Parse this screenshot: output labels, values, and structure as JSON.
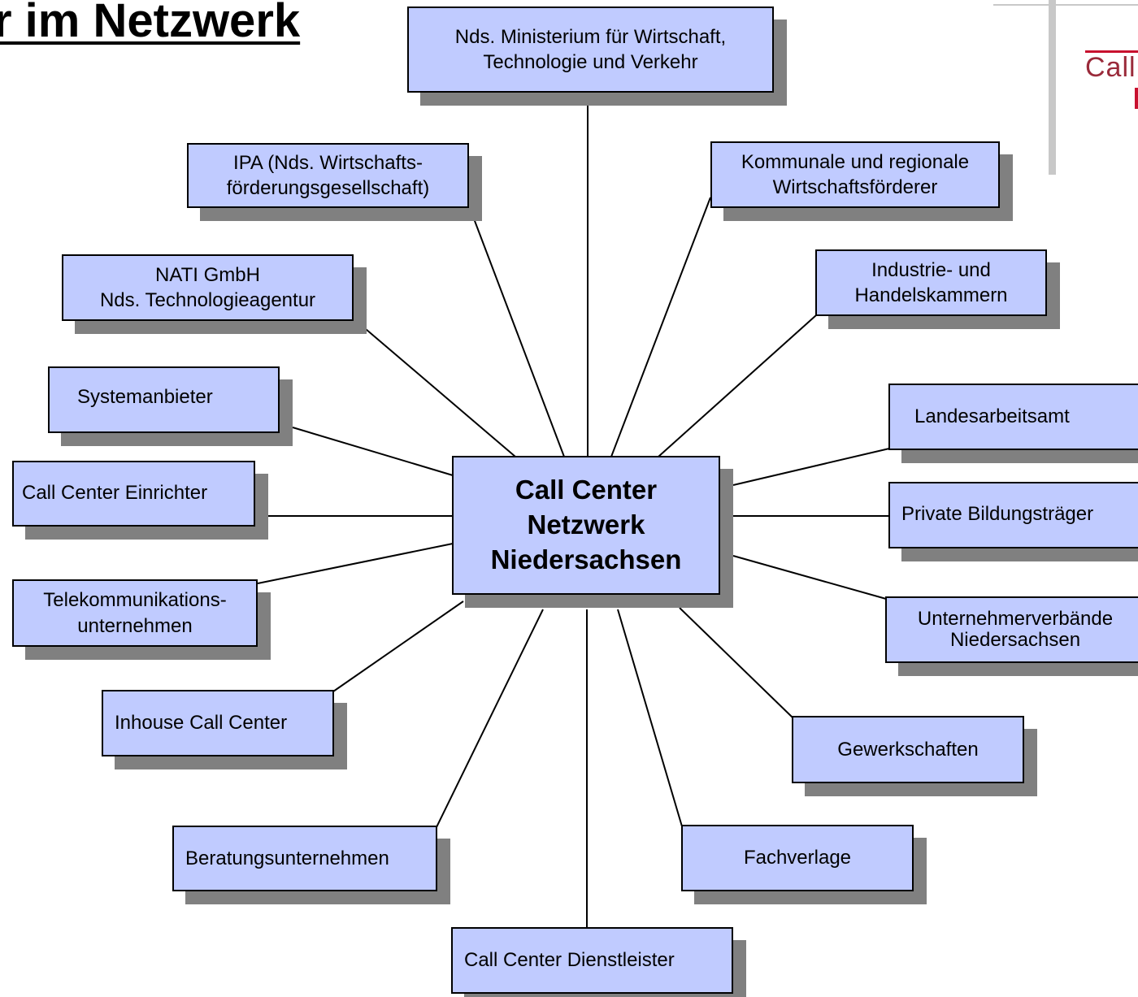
{
  "title": "r im Netzwerk",
  "logo": {
    "text": "Call",
    "color": "#c8102e"
  },
  "colors": {
    "box_fill": "#c0cbff",
    "shadow": "#808080",
    "border": "#000000"
  },
  "center": {
    "lines": [
      "Call Center",
      "Netzwerk",
      "Niedersachsen"
    ]
  },
  "nodes": [
    {
      "id": "ministerium",
      "lines": [
        "Nds. Ministerium für Wirtschaft,",
        "Technologie und Verkehr"
      ]
    },
    {
      "id": "ipa",
      "lines": [
        "IPA (Nds. Wirtschafts-",
        "förderungsgesellschaft)"
      ]
    },
    {
      "id": "kommunale",
      "lines": [
        "Kommunale und regionale",
        "Wirtschaftsförderer"
      ]
    },
    {
      "id": "nati",
      "lines": [
        "NATI GmbH",
        "Nds. Technologieagentur"
      ]
    },
    {
      "id": "ihk",
      "lines": [
        "Industrie- und",
        "Handelskammern"
      ]
    },
    {
      "id": "systemanbieter",
      "lines": [
        "Systemanbieter"
      ]
    },
    {
      "id": "landesarbeitsamt",
      "lines": [
        "Landesarbeitsamt"
      ]
    },
    {
      "id": "einrichter",
      "lines": [
        "Call Center Einrichter"
      ]
    },
    {
      "id": "bildungstraeger",
      "lines": [
        "Private Bildungsträger"
      ]
    },
    {
      "id": "telekom",
      "lines": [
        "Telekommunikations-",
        "unternehmen"
      ]
    },
    {
      "id": "unternehmerverbaende",
      "lines": [
        "Unternehmerverbände",
        "Niedersachsen"
      ]
    },
    {
      "id": "inhouse",
      "lines": [
        "Inhouse Call Center"
      ]
    },
    {
      "id": "gewerkschaften",
      "lines": [
        "Gewerkschaften"
      ]
    },
    {
      "id": "beratung",
      "lines": [
        "Beratungsunternehmen"
      ]
    },
    {
      "id": "fachverlage",
      "lines": [
        "Fachverlage"
      ]
    },
    {
      "id": "dienstleister",
      "lines": [
        "Call Center Dienstleister"
      ]
    }
  ]
}
